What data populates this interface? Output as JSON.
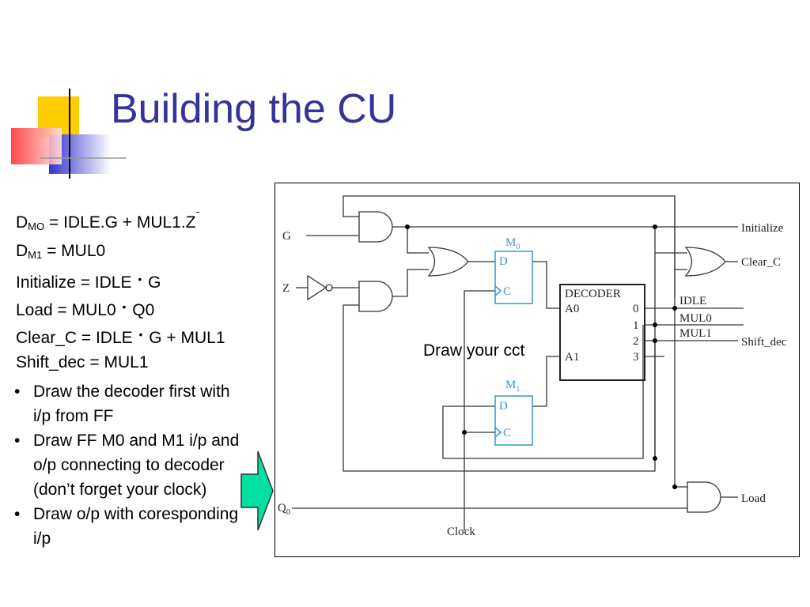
{
  "slide": {
    "title": "Building the CU",
    "hint": "Draw your cct"
  },
  "equations": [
    {
      "name": "D",
      "sub": "MO",
      "rhs": "= IDLE.G + MUL1.Z"
    },
    {
      "name": "D",
      "sub": "M1",
      "rhs": "= MUL0"
    },
    {
      "line_a": "Initialize = IDLE",
      "line_b": "G"
    },
    {
      "line_a": "Load = MUL0",
      "line_b": "Q0"
    },
    {
      "line_a": "Clear_C = IDLE",
      "line_b": "G + MUL1"
    },
    {
      "text": "Shift_dec = MUL1"
    }
  ],
  "bullets": [
    "Draw the decoder first with i/p from FF",
    "Draw FF M0 and M1 i/p and o/p connecting to decoder (don’t forget your clock)",
    "Draw o/p with coresponding i/p"
  ],
  "circuit": {
    "inputs": {
      "g": "G",
      "z": "Z",
      "q0": "Q",
      "q0_sub": "0",
      "clock": "Clock"
    },
    "outputs": {
      "initialize": "Initialize",
      "clear_c": "Clear_C",
      "shift_dec": "Shift_dec",
      "load": "Load"
    },
    "flipflop_m0": {
      "name": "M",
      "sub": "0",
      "d": "D",
      "c": "C"
    },
    "flipflop_m1": {
      "name": "M",
      "sub": "1",
      "d": "D",
      "c": "C"
    },
    "decoder": {
      "title": "DECODER",
      "a0": "A0",
      "a1": "A1",
      "outs": [
        "0",
        "1",
        "2",
        "3"
      ]
    },
    "state_labels": {
      "idle": "IDLE",
      "mul0": "MUL0",
      "mul1": "MUL1"
    }
  },
  "colors": {
    "title": "#333399",
    "flipflop": "#3399cc",
    "arrow": "#00e0a0",
    "deco_yellow": "#ffcc00",
    "deco_blue": "#3333cc",
    "deco_red": "#ff3333"
  }
}
